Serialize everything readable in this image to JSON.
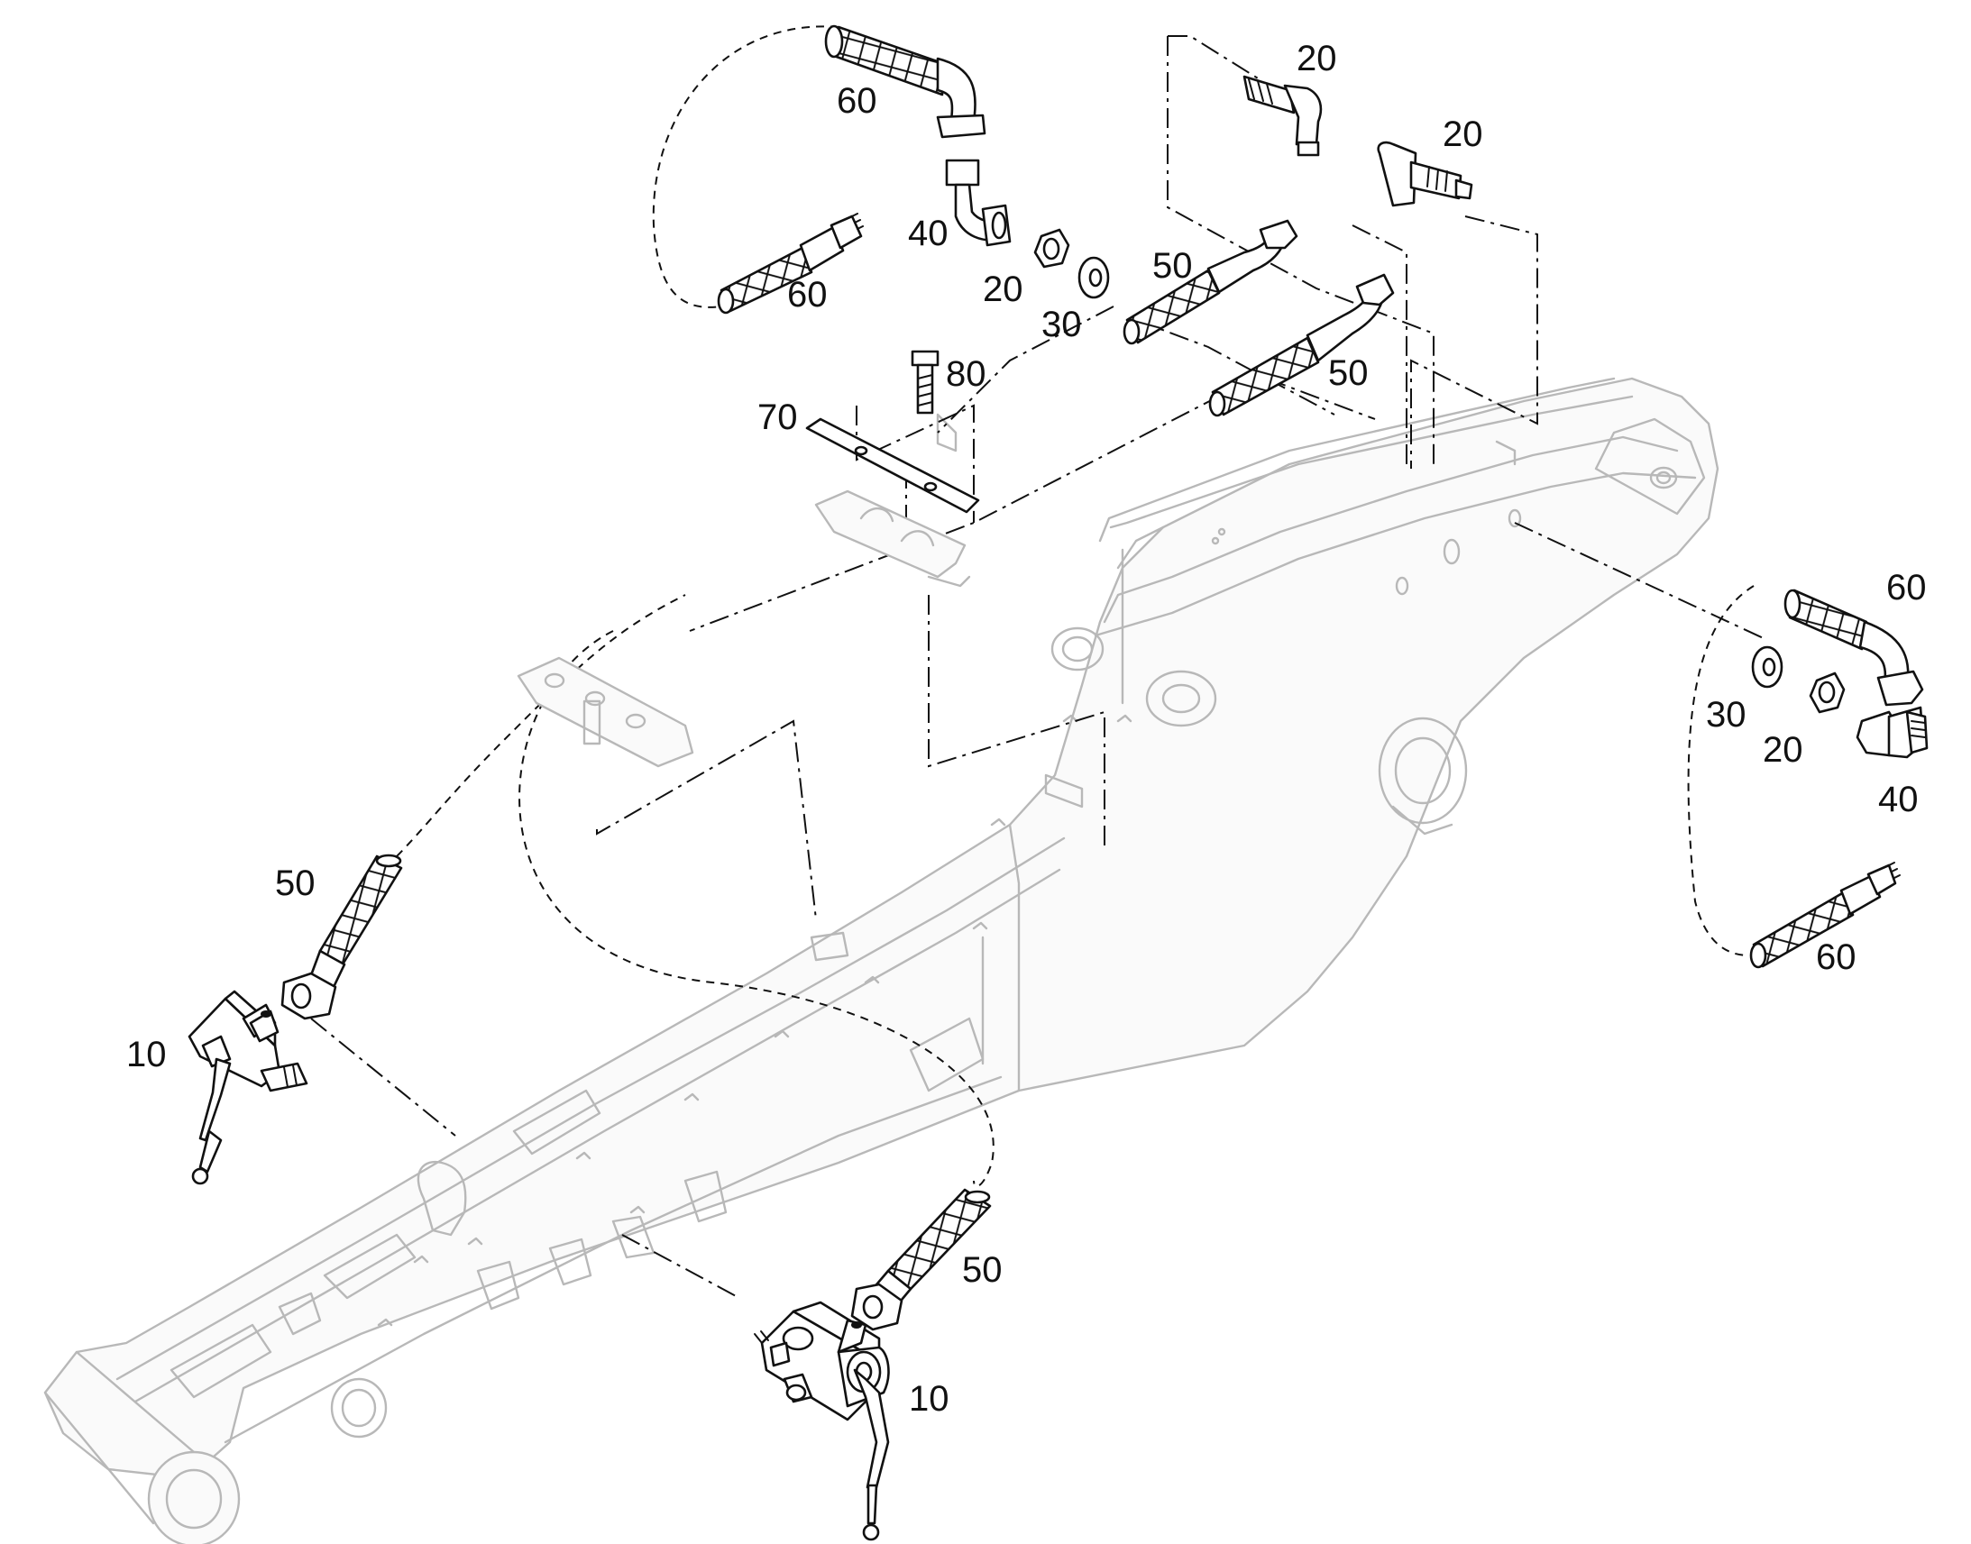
{
  "diagram": {
    "type": "exploded parts diagram",
    "callouts": [
      {
        "id": "c-20-top-right-1",
        "text": "20"
      },
      {
        "id": "c-20-top-right-2",
        "text": "20"
      },
      {
        "id": "c-60-top-left-1",
        "text": "60"
      },
      {
        "id": "c-40-top-left",
        "text": "40"
      },
      {
        "id": "c-60-top-left-2",
        "text": "60"
      },
      {
        "id": "c-20-top-left",
        "text": "20"
      },
      {
        "id": "c-30-top-left",
        "text": "30"
      },
      {
        "id": "c-50-top-1",
        "text": "50"
      },
      {
        "id": "c-50-top-2",
        "text": "50"
      },
      {
        "id": "c-80",
        "text": "80"
      },
      {
        "id": "c-70",
        "text": "70"
      },
      {
        "id": "c-60-right-1",
        "text": "60"
      },
      {
        "id": "c-30-right",
        "text": "30"
      },
      {
        "id": "c-20-right",
        "text": "20"
      },
      {
        "id": "c-40-right",
        "text": "40"
      },
      {
        "id": "c-60-right-2",
        "text": "60"
      },
      {
        "id": "c-50-left",
        "text": "50"
      },
      {
        "id": "c-10-left",
        "text": "10"
      },
      {
        "id": "c-50-bottom",
        "text": "50"
      },
      {
        "id": "c-10-bottom",
        "text": "10"
      }
    ]
  }
}
